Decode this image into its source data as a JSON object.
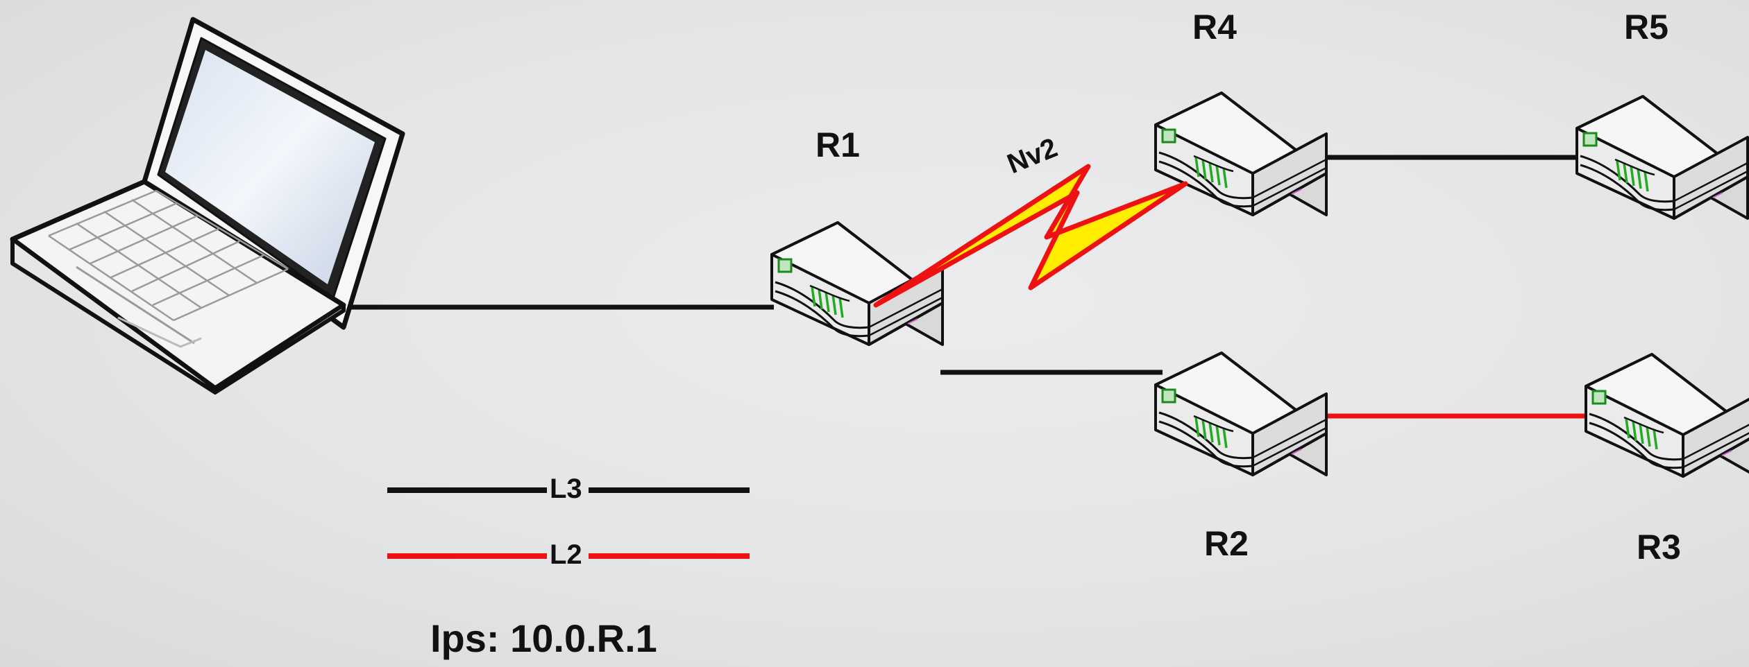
{
  "routers": {
    "r1": "R1",
    "r2": "R2",
    "r3": "R3",
    "r4": "R4",
    "r5": "R5"
  },
  "links": {
    "serial_label": "Nv2"
  },
  "legend": {
    "l3": {
      "label": "L3",
      "color": "#111111"
    },
    "l2": {
      "label": "L2",
      "color": "#ee1111"
    }
  },
  "footer": {
    "ips": "Ips: 10.0.R.1"
  },
  "colors": {
    "router_body": "#f4f4f4",
    "router_led": "#22aa22",
    "serial_fill": "#ffee00",
    "serial_stroke": "#ee1111"
  }
}
